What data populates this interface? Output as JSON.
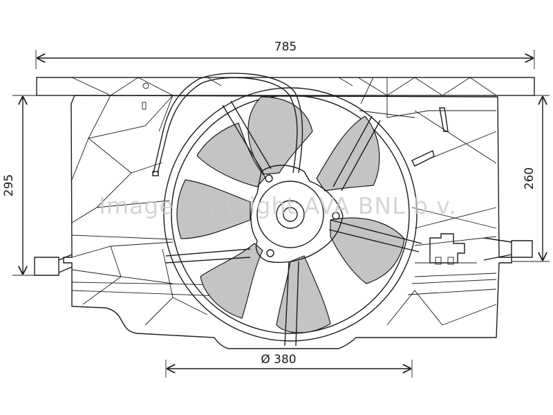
{
  "dimensions": {
    "overall_width": "785",
    "overall_height": "295",
    "side_height": "260",
    "fan_diameter": "Ø 380"
  },
  "watermark": "Image copyright AVA BNL b.v.",
  "colors": {
    "line": "#1a1a1a",
    "blade_fill": "#c4c4c4",
    "watermark": "#c8c8c8"
  }
}
